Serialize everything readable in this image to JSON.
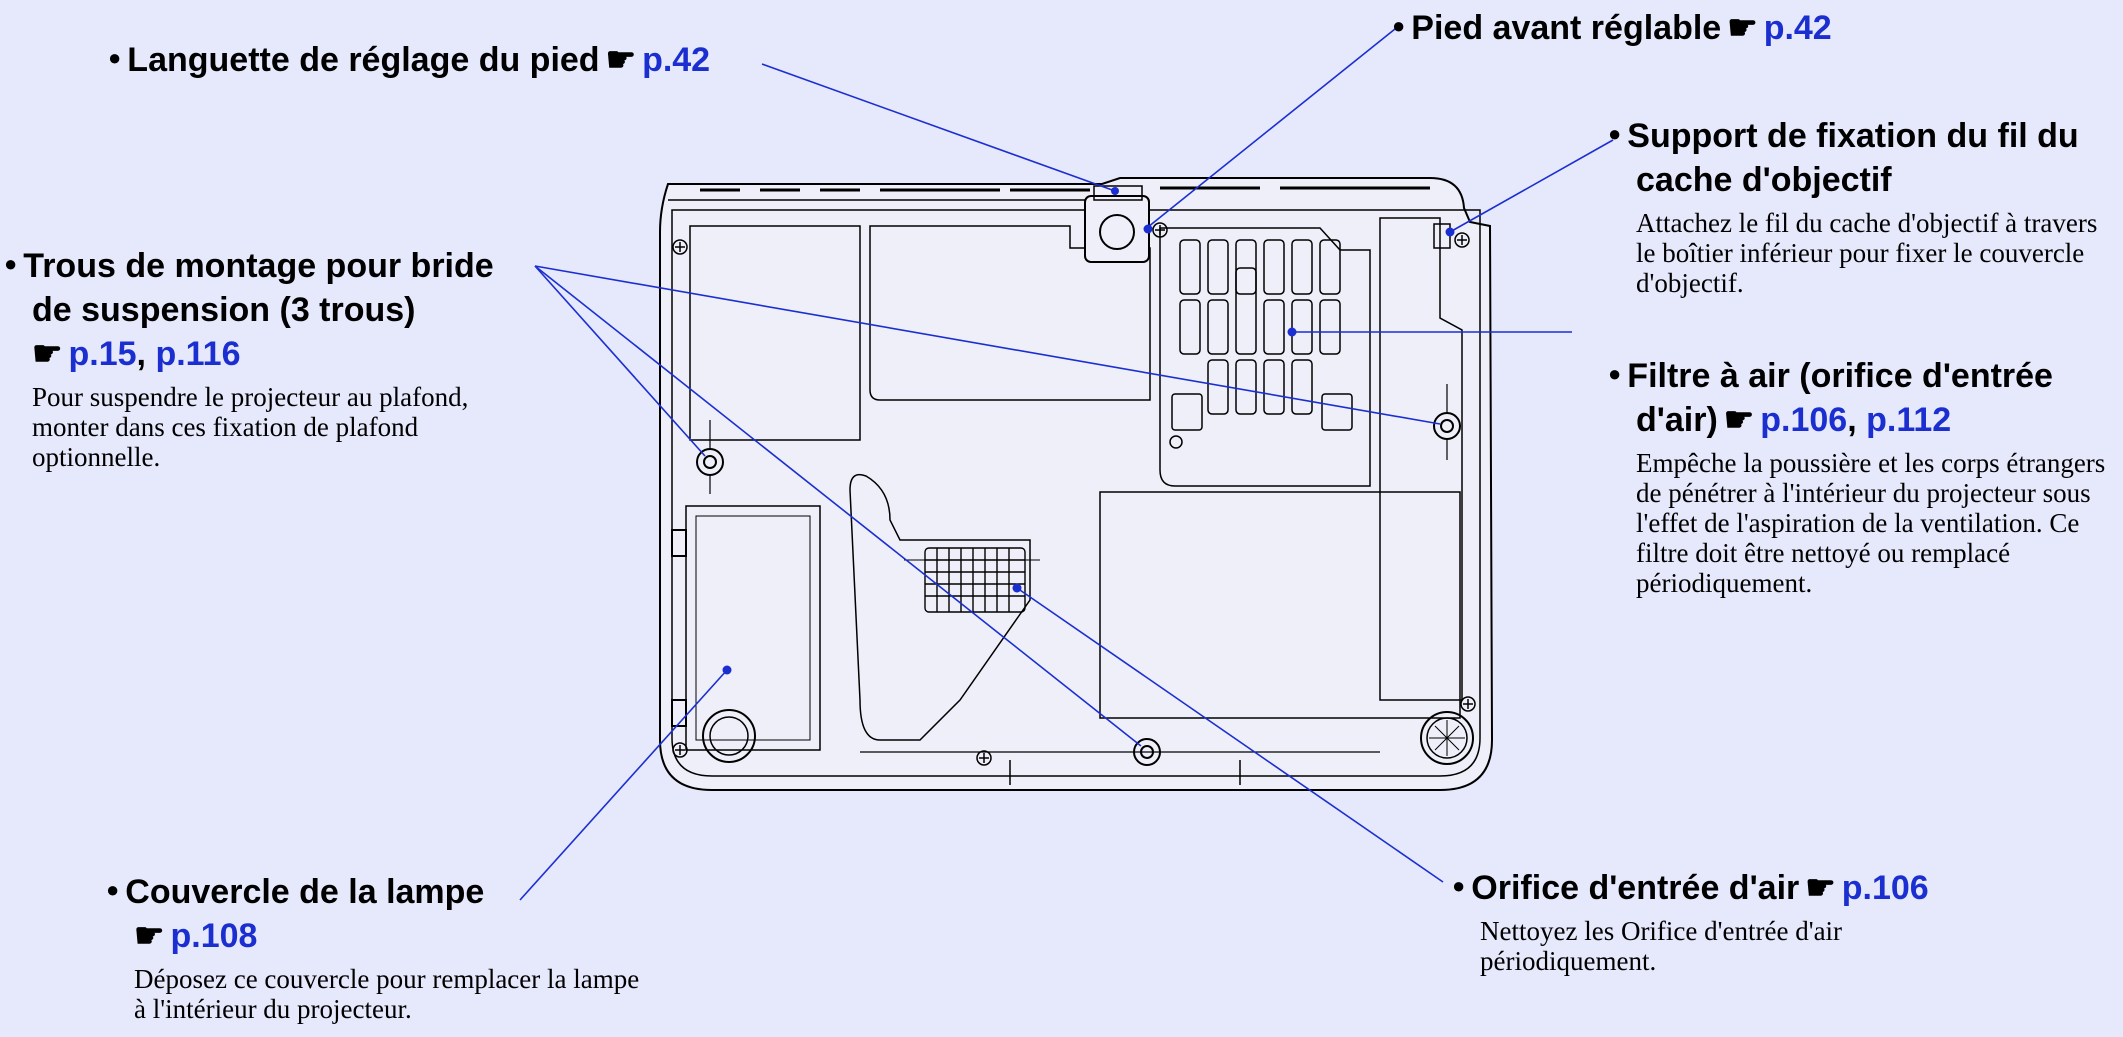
{
  "pointer_glyph": "☛",
  "colors": {
    "background": "#e6e8fb",
    "leader_line": "#1b2fd1",
    "reference_link": "#1b2fd1",
    "projector_outline": "#000000"
  },
  "callouts": {
    "adjust_tab": {
      "title": "Languette de réglage du pied",
      "refs": [
        "p.42"
      ]
    },
    "front_foot": {
      "title": "Pied avant réglable",
      "refs": [
        "p.42"
      ]
    },
    "lens_cover_strap": {
      "title_line1": "Support de fixation du fil du",
      "title_line2": "cache d'objectif",
      "description": "Attachez le fil du cache d'objectif à travers le boîtier inférieur pour fixer le couvercle d'objectif."
    },
    "mount_holes": {
      "title_line1": "Trous de montage pour bride",
      "title_line2": "de suspension (3 trous)",
      "refs": [
        "p.15",
        "p.116"
      ],
      "description": "Pour suspendre le projecteur au plafond, monter dans ces fixation de plafond optionnelle."
    },
    "air_filter": {
      "title_line1": "Filtre à air (orifice d'entrée",
      "title_line2": "d'air)",
      "refs": [
        "p.106",
        "p.112"
      ],
      "description": "Empêche la poussière et les corps étrangers de pénétrer à l'intérieur du projecteur sous l'effet de l'aspiration de la ventilation. Ce filtre doit être nettoyé ou remplacé périodiquement."
    },
    "lamp_cover": {
      "title": "Couvercle de la lampe",
      "refs": [
        "p.108"
      ],
      "description": "Déposez ce couvercle pour remplacer la lampe à l'intérieur du projecteur."
    },
    "air_intake": {
      "title": "Orifice d'entrée d'air",
      "refs": [
        "p.106"
      ],
      "description": "Nettoyez les Orifice d'entrée d'air périodiquement."
    }
  }
}
